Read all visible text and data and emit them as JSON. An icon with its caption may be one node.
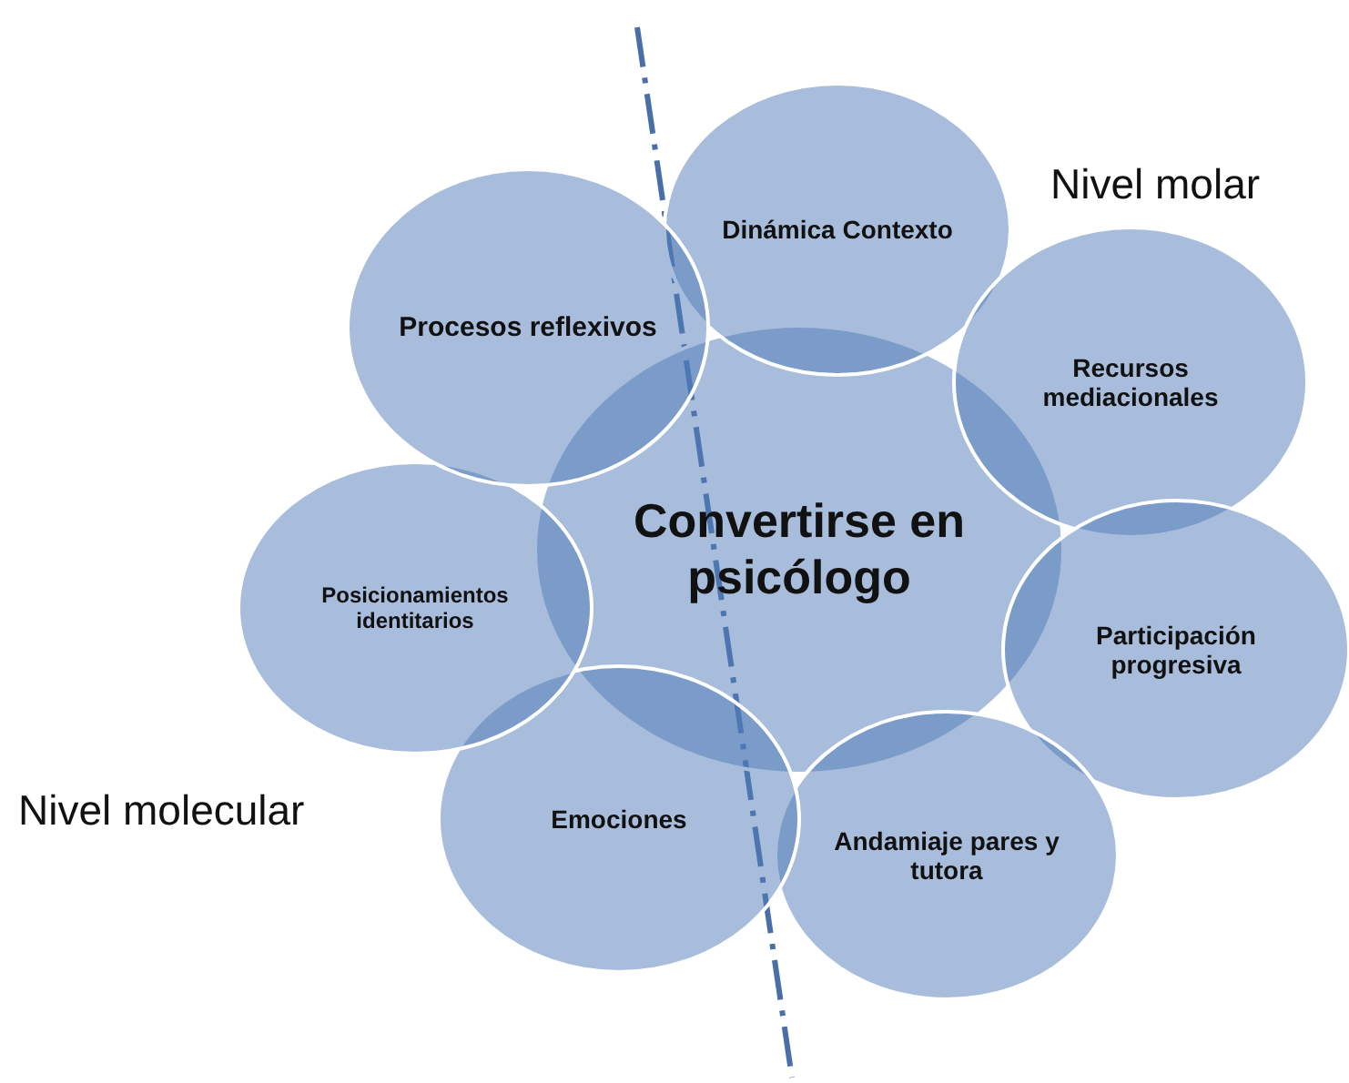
{
  "diagram": {
    "nodes": [
      {
        "text": [
          "Convertirse en psicólogo"
        ]
      },
      {
        "text": [
          "Dinámica Contexto"
        ]
      },
      {
        "text": [
          "Recursos mediacionales"
        ]
      },
      {
        "text": [
          "Participación progresiva"
        ]
      },
      {
        "text": [
          "Andamiaje pares y tutora"
        ]
      },
      {
        "text": [
          "Emociones"
        ]
      },
      {
        "text": [
          "Posicionamientos identitarios"
        ]
      },
      {
        "text": [
          "Procesos reflexivos"
        ]
      }
    ],
    "edges": [],
    "labels": [
      "Nivel molar",
      "Nivel molecular"
    ]
  }
}
